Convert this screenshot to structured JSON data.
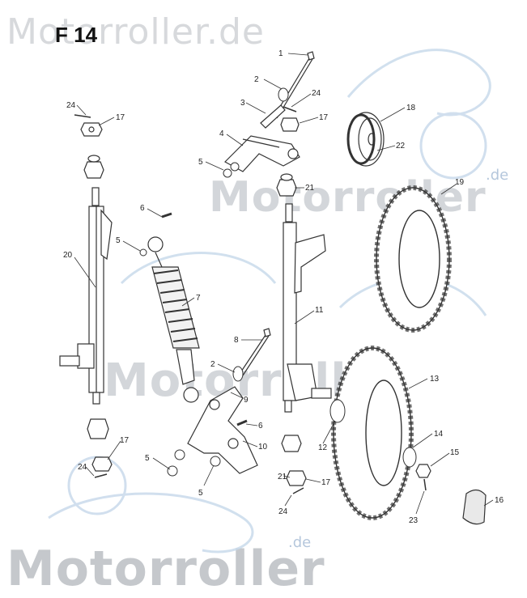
{
  "diagram_code": "F 14",
  "watermark": {
    "top": "Motorroller.de",
    "middle_1": "Motorroller",
    "middle_2": "Motorroller",
    "bottom": "Motorroller",
    "suffix": ".de"
  },
  "callouts": [
    {
      "id": "c1",
      "label": "1"
    },
    {
      "id": "c2a",
      "label": "2"
    },
    {
      "id": "c3",
      "label": "3"
    },
    {
      "id": "c24a",
      "label": "24"
    },
    {
      "id": "c17a",
      "label": "17"
    },
    {
      "id": "c4",
      "label": "4"
    },
    {
      "id": "c5a",
      "label": "5"
    },
    {
      "id": "c21a",
      "label": "21"
    },
    {
      "id": "c18",
      "label": "18"
    },
    {
      "id": "c22",
      "label": "22"
    },
    {
      "id": "c19",
      "label": "19"
    },
    {
      "id": "c24b",
      "label": "24"
    },
    {
      "id": "c17b",
      "label": "17"
    },
    {
      "id": "c6a",
      "label": "6"
    },
    {
      "id": "c5b",
      "label": "5"
    },
    {
      "id": "c20",
      "label": "20"
    },
    {
      "id": "c7",
      "label": "7"
    },
    {
      "id": "c11",
      "label": "11"
    },
    {
      "id": "c8",
      "label": "8"
    },
    {
      "id": "c2b",
      "label": "2"
    },
    {
      "id": "c9",
      "label": "9"
    },
    {
      "id": "c13",
      "label": "13"
    },
    {
      "id": "c6b",
      "label": "6"
    },
    {
      "id": "c10",
      "label": "10"
    },
    {
      "id": "c12",
      "label": "12"
    },
    {
      "id": "c14",
      "label": "14"
    },
    {
      "id": "c17c",
      "label": "17"
    },
    {
      "id": "c5c",
      "label": "5"
    },
    {
      "id": "c15",
      "label": "15"
    },
    {
      "id": "c24c",
      "label": "24"
    },
    {
      "id": "c5d",
      "label": "5"
    },
    {
      "id": "c21b",
      "label": "21"
    },
    {
      "id": "c17d",
      "label": "17"
    },
    {
      "id": "c16",
      "label": "16"
    },
    {
      "id": "c24d",
      "label": "24"
    },
    {
      "id": "c23",
      "label": "23"
    }
  ]
}
